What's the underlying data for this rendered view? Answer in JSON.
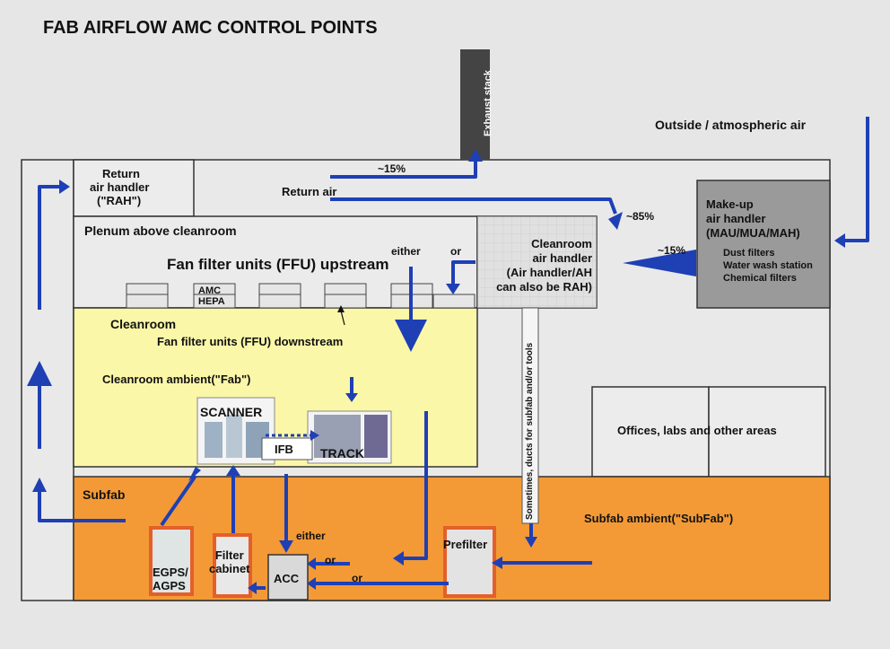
{
  "title": "FAB AIRFLOW AMC CONTROL POINTS",
  "exhaust_stack": "Exhaust stack",
  "outside_air": "Outside / atmospheric air",
  "rah": {
    "line1": "Return",
    "line2": "air handler",
    "line3": "(\"RAH\")"
  },
  "return_air": "Return air",
  "pct_15_top": "~15%",
  "pct_85": "~85%",
  "pct_15_side": "~15%",
  "mau": {
    "line1": "Make-up",
    "line2": "air handler",
    "line3": "(MAU/MUA/MAH)",
    "filters": [
      "Dust filters",
      "Water wash station",
      "Chemical filters"
    ]
  },
  "plenum": "Plenum above cleanroom",
  "ffu_upstream": "Fan filter units (FFU) upstream",
  "either_top": "either",
  "or_top": "or",
  "ah": {
    "line1": "Cleanroom",
    "line2": "air handler",
    "line3": "(Air handler/AH",
    "line4": "can also be RAH)"
  },
  "amc": "AMC",
  "hepa": "HEPA",
  "cleanroom": "Cleanroom",
  "ffu_downstream": "Fan filter units (FFU) downstream",
  "cleanroom_ambient": "Cleanroom ambient(\"Fab\")",
  "scanner": "SCANNER",
  "ifb": "IFB",
  "track": "TRACK",
  "duct_note": "Sometimes, ducts for subfab and/or tools",
  "offices": "Offices, labs and other areas",
  "subfab": "Subfab",
  "subfab_ambient": "Subfab ambient(\"SubFab\")",
  "egps": {
    "line1": "EGPS/",
    "line2": "AGPS"
  },
  "filter_cabinet": {
    "line1": "Filter",
    "line2": "cabinet"
  },
  "acc": "ACC",
  "either_bottom": "either",
  "or_bottom1": "or",
  "or_bottom2": "or",
  "prefilter": "Prefilter",
  "colors": {
    "arrow": "#1f3fb5",
    "cleanroom": "#fbf7a8",
    "subfab": "#f39a36",
    "mau": "#999999",
    "ah": "#d4d4d4"
  }
}
